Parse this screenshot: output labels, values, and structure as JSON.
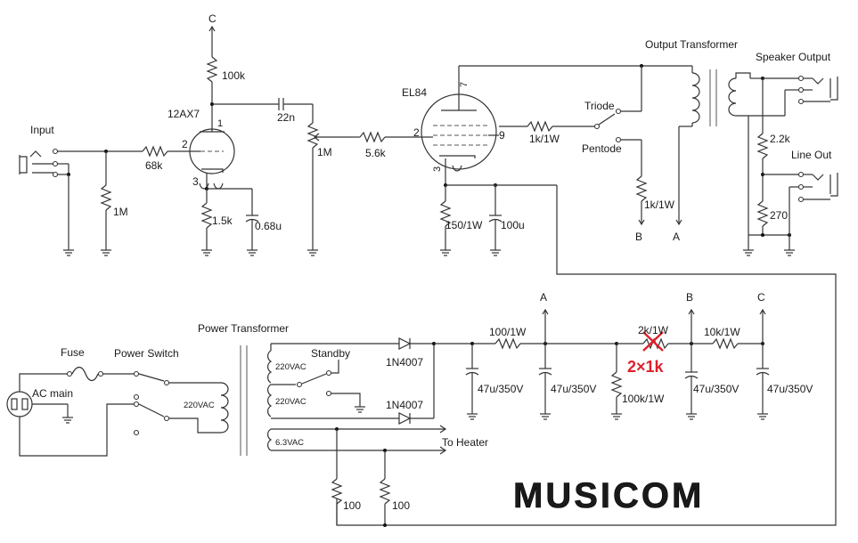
{
  "labels": {
    "c_top": "C",
    "r100k": "100k",
    "tube_12ax7": "12AX7",
    "pin1": "1",
    "pin2a": "2",
    "pin3a": "3",
    "c22n": "22n",
    "input": "Input",
    "r68k": "68k",
    "r1m_in": "1M",
    "r1m_pot": "1M",
    "r1_5k": "1.5k",
    "c068": "0.68u",
    "r5_6k": "5.6k",
    "tube_el84": "EL84",
    "pin7": "7",
    "pin2b": "2",
    "pin9": "9",
    "pin3b": "3",
    "r1k": "1k/1W",
    "triode": "Triode",
    "pentode": "Pentode",
    "r1k_b": "1k/1W",
    "node_b1": "B",
    "node_a1": "A",
    "r150": "150/1W",
    "c100u": "100u",
    "output_transformer": "Output Transformer",
    "speaker_output": "Speaker Output",
    "r2_2k": "2.2k",
    "line_out": "Line Out",
    "r270": "270",
    "fuse": "Fuse",
    "power_switch": "Power Switch",
    "power_transformer": "Power Transformer",
    "standby": "Standby",
    "ac_main": "AC main",
    "v220_sw": "220VAC",
    "v220_a": "220VAC",
    "v220_b": "220VAC",
    "v63": "6.3VAC",
    "d1": "1N4007",
    "d2": "1N4007",
    "to_heater": "To Heater",
    "r100_a": "100",
    "r100_b": "100",
    "r100_1w": "100/1W",
    "node_a2": "A",
    "c47_1": "47u/350V",
    "c47_2": "47u/350V",
    "r100k_1w": "100k/1W",
    "r2k": "2k/1W",
    "mod_note": "2×1k",
    "node_b2": "B",
    "c47_3": "47u/350V",
    "r10k": "10k/1W",
    "node_c2": "C",
    "c47_4": "47u/350V",
    "brand": "MUSICOM"
  },
  "colors": {
    "ink": "#333333",
    "markup": "#e0202a",
    "background": "#ffffff"
  }
}
